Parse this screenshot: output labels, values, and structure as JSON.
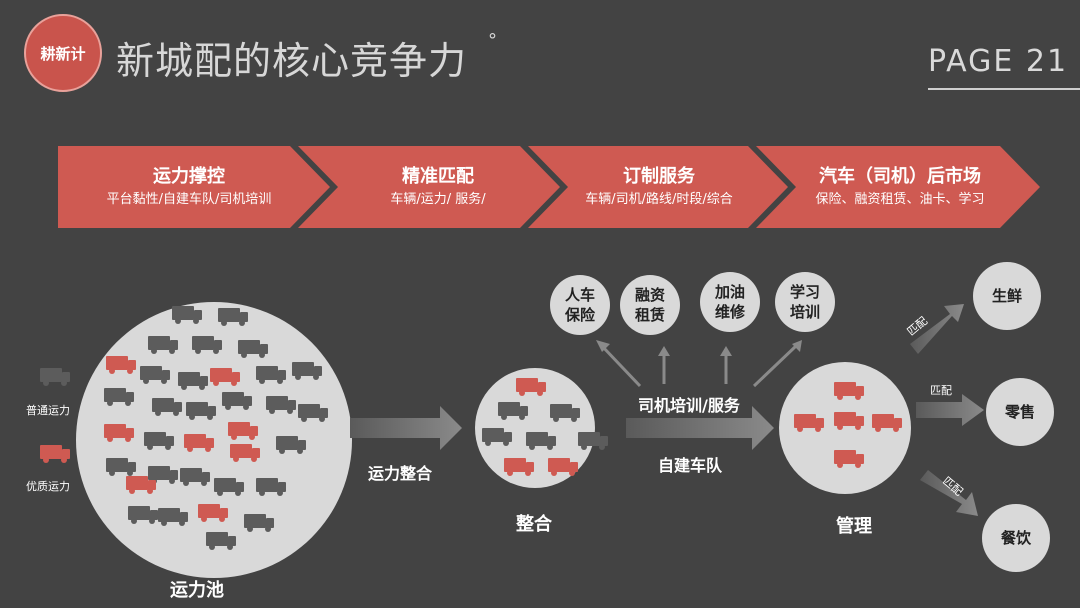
{
  "header": {
    "logo_text": "耕新计",
    "title": "新城配的核心竞争力",
    "degree": "°",
    "page_label": "PAGE 21"
  },
  "chevrons": [
    {
      "title": "运力撑控",
      "sub": "平台黏性/自建车队/司机培训"
    },
    {
      "title": "精准匹配",
      "sub": "车辆/运力/ 服务/"
    },
    {
      "title": "订制服务",
      "sub": "车辆/司机/路线/时段/综合"
    },
    {
      "title": "汽车（司机）后市场",
      "sub": "保险、融资租赁、油卡、学习"
    }
  ],
  "legend": {
    "normal": "普通运力",
    "quality": "优质运力"
  },
  "stages": {
    "pool": "运力池",
    "integrate_arrow": "运力整合",
    "integrate": "整合",
    "manage": "管理",
    "training": "司机培训/服务",
    "fleet": "自建车队"
  },
  "services": [
    {
      "line1": "人车",
      "line2": "保险"
    },
    {
      "line1": "融资",
      "line2": "租赁"
    },
    {
      "line1": "加油",
      "line2": "维修"
    },
    {
      "line1": "学习",
      "line2": "培训"
    }
  ],
  "outputs": {
    "match": "匹配",
    "fresh": "生鲜",
    "retail": "零售",
    "catering": "餐饮"
  },
  "colors": {
    "red": "#cf5a52",
    "grey": "#5c5c5c",
    "circle": "#d9d9d9",
    "bg": "#434343"
  }
}
